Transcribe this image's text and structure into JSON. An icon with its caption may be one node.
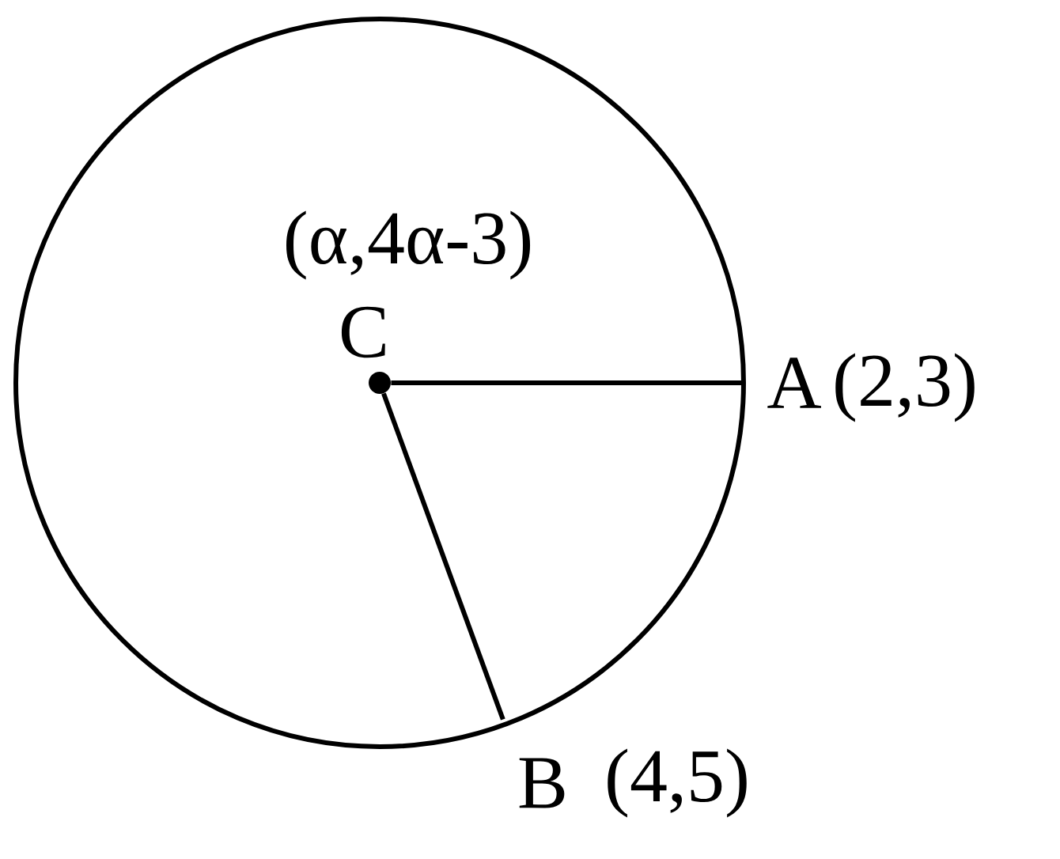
{
  "diagram": {
    "nodes": [
      {
        "text": [],
        "shape": "circle"
      },
      {
        "text": [
          "C"
        ],
        "beside": [
          "(α,4α-3)"
        ],
        "in": 0
      },
      {
        "text": [
          "A"
        ],
        "beside": [
          "(2,3)"
        ]
      },
      {
        "text": [
          "B"
        ],
        "beside": [
          "(4,5)"
        ]
      }
    ],
    "edges": [
      {
        "from": 1,
        "to": 2,
        "arrow": "none"
      },
      {
        "from": 1,
        "to": 3,
        "arrow": "none"
      }
    ]
  }
}
